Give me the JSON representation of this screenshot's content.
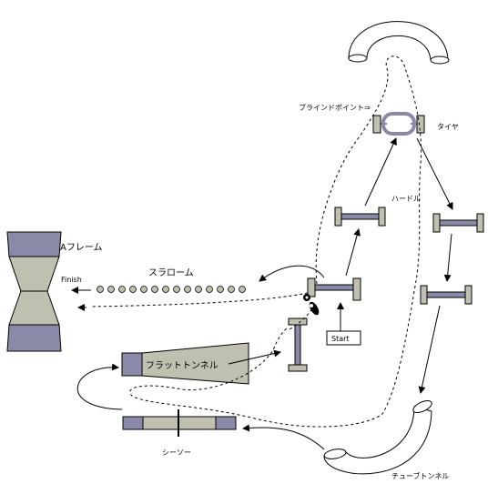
{
  "labels": {
    "a_frame": "Aフレーム",
    "finish": "Finish",
    "slalom": "スラローム",
    "blind_point": "ブラインドポイント⇒",
    "tire": "タイヤ",
    "hurdle": "ハードル",
    "start": "Start",
    "flat_tunnel": "フラットトンネル",
    "seesaw": "シーソー",
    "tube_tunnel": "チューブトンネル"
  },
  "colors": {
    "obstacle_fill": "#A9A9C8",
    "obstacle_dark": "#8A8AA8",
    "frame_panel": "#C0C0B0",
    "line": "#000000"
  },
  "slalom_poles": 14
}
